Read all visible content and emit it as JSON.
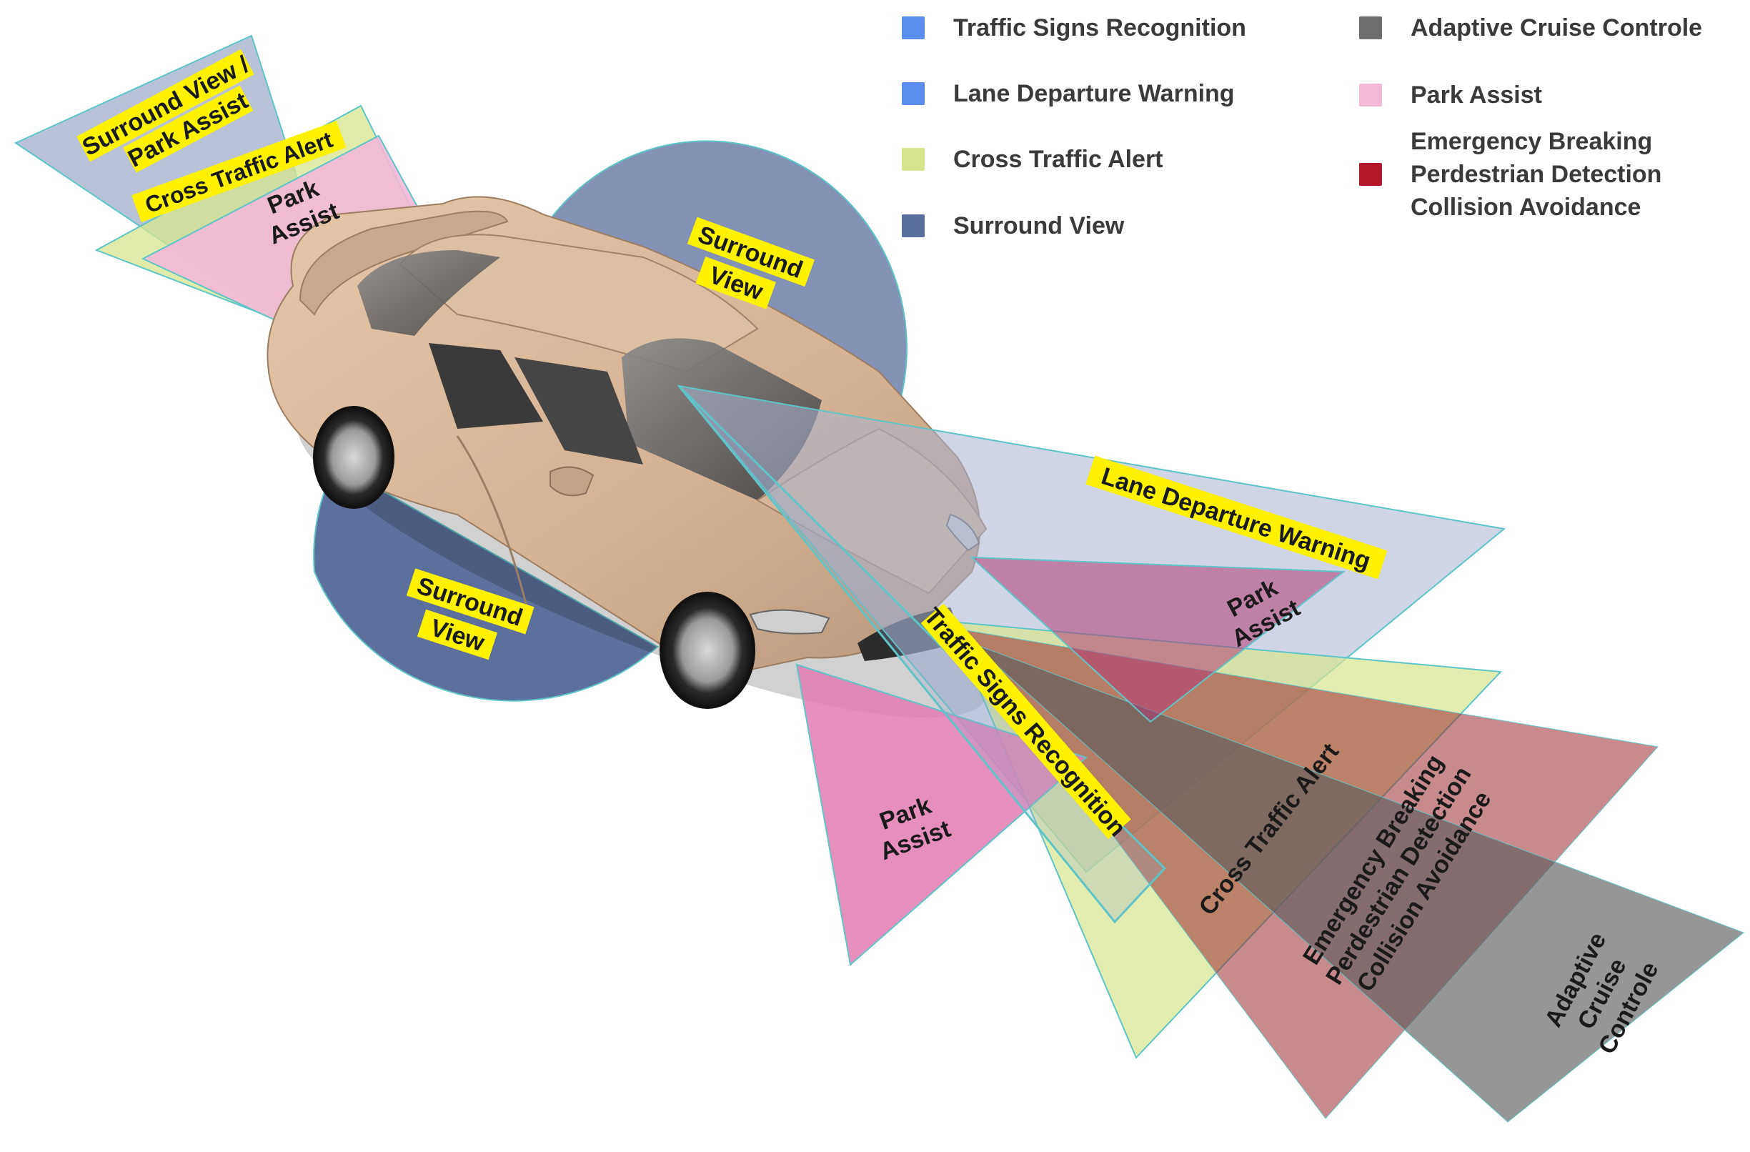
{
  "legend": {
    "items": [
      {
        "label": "Traffic Signs Recognition",
        "color": "#5b8def"
      },
      {
        "label": "Lane Departure Warning",
        "color": "#5b8def"
      },
      {
        "label": "Cross Traffic Alert",
        "color": "#d7e58f"
      },
      {
        "label": "Surround View",
        "color": "#5a6e9c"
      },
      {
        "label": "Adaptive Cruise Controle",
        "color": "#6e6e6e"
      },
      {
        "label": "Park Assist",
        "color": "#f2b8d6"
      },
      {
        "label": "Emergency Breaking",
        "color": "#b3182a"
      },
      {
        "label": "Perdestrian Detection",
        "color": "#b3182a"
      },
      {
        "label": "Collision Avoidance",
        "color": "#b3182a"
      }
    ]
  },
  "zones": {
    "rear_surround_park": {
      "line1": "Surround View /",
      "line2": "Park Assist"
    },
    "rear_cross_traffic": "Cross Traffic  Alert",
    "rear_park": {
      "line1": "Park",
      "line2": "Assist"
    },
    "roof_surround": {
      "line1": "Surround",
      "line2": "View"
    },
    "side_surround": {
      "line1": "Surround",
      "line2": "View"
    },
    "lane_departure": "Lane Departure Warning",
    "front_park_upper": {
      "line1": "Park",
      "line2": "Assist"
    },
    "traffic_signs": "Traffic Signs Recognition",
    "front_park_lower": {
      "line1": "Park",
      "line2": "Assist"
    },
    "front_cross_traffic": "Cross Traffic  Alert",
    "emergency": {
      "line1": "Emergency Breaking",
      "line2": "Perdestrian Detection",
      "line3": "Collision Avoidance"
    },
    "adaptive_cruise": {
      "line1": "Adaptive",
      "line2": "Cruise",
      "line3": "Controle"
    }
  },
  "colors": {
    "car_body": "#d8b89a",
    "highlight": "#fff200",
    "zone_outline": "#5fc4c8"
  }
}
